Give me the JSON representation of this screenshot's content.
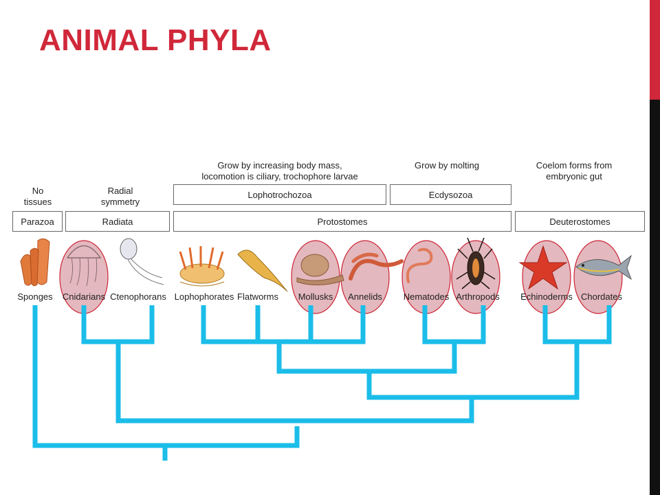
{
  "title": "ANIMAL PHYLA",
  "colors": {
    "title": "#d0283a",
    "tree": "#1bbde9",
    "highlight_fill": "#d9a0a8",
    "highlight_stroke": "#cc2233"
  },
  "notes": {
    "no_tissues": "No\ntissues",
    "radial_symmetry": "Radial\nsymmetry",
    "body_mass": "Grow by increasing body mass,\nlocomotion is ciliary, trochophore larvae",
    "molting": "Grow by molting",
    "coelom": "Coelom forms from\nembryonic gut"
  },
  "groups": {
    "lophotrochozoa": "Lophotrochozoa",
    "ecdysozoa": "Ecdysozoa",
    "parazoa": "Parazoa",
    "radiata": "Radiata",
    "protostomes": "Protostomes",
    "deuterostomes": "Deuterostomes"
  },
  "phyla": [
    {
      "name": "Sponges",
      "highlighted": false,
      "icon": "sponge-icon"
    },
    {
      "name": "Cnidarians",
      "highlighted": true,
      "icon": "jellyfish-icon"
    },
    {
      "name": "Ctenophorans",
      "highlighted": false,
      "icon": "comb-jelly-icon"
    },
    {
      "name": "Lophophorates",
      "highlighted": false,
      "icon": "lophophorate-icon"
    },
    {
      "name": "Flatworms",
      "highlighted": false,
      "icon": "flatworm-icon"
    },
    {
      "name": "Mollusks",
      "highlighted": true,
      "icon": "snail-icon"
    },
    {
      "name": "Annelids",
      "highlighted": true,
      "icon": "earthworm-icon"
    },
    {
      "name": "Nematodes",
      "highlighted": true,
      "icon": "roundworm-icon"
    },
    {
      "name": "Arthropods",
      "highlighted": true,
      "icon": "insect-icon"
    },
    {
      "name": "Echinoderms",
      "highlighted": true,
      "icon": "starfish-icon"
    },
    {
      "name": "Chordates",
      "highlighted": true,
      "icon": "fish-icon"
    }
  ]
}
